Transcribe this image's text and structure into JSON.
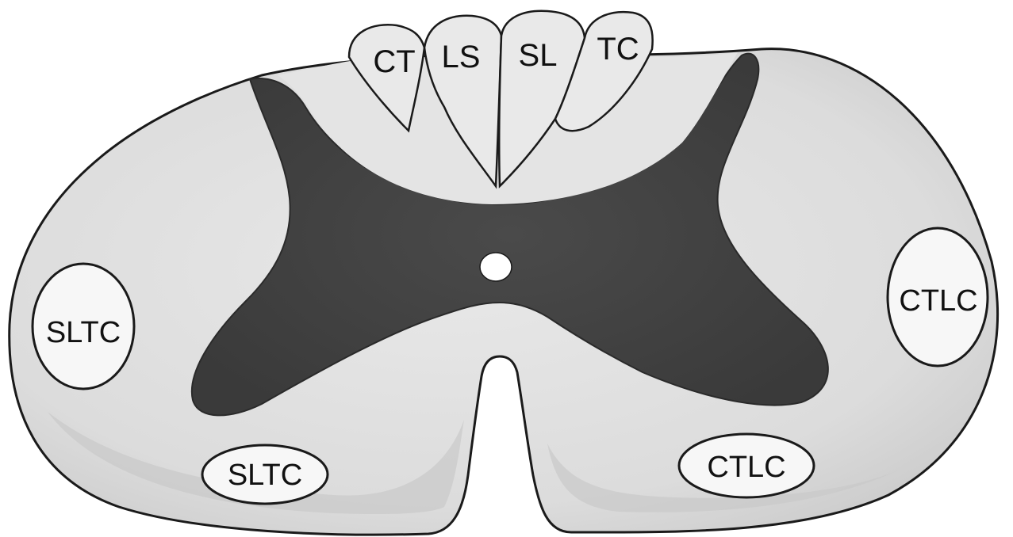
{
  "labels": {
    "dorsal_columns": [
      "CT",
      "LS",
      "SL",
      "TC"
    ],
    "left_lateral_tract": "SLTC",
    "left_ventral_tract": "SLTC",
    "right_lateral_tract": "CTLC",
    "right_ventral_tract": "CTLC"
  },
  "colors": {
    "white_matter": "#e3e3e3",
    "white_matter_shade": "#cfcfcf",
    "grey_matter": "#5b5b5b",
    "dorsal_columns": "#e6e6e6",
    "tract_fill": "#f7f7f7",
    "outline": "#1a1a1a",
    "central_canal": "#ffffff"
  }
}
